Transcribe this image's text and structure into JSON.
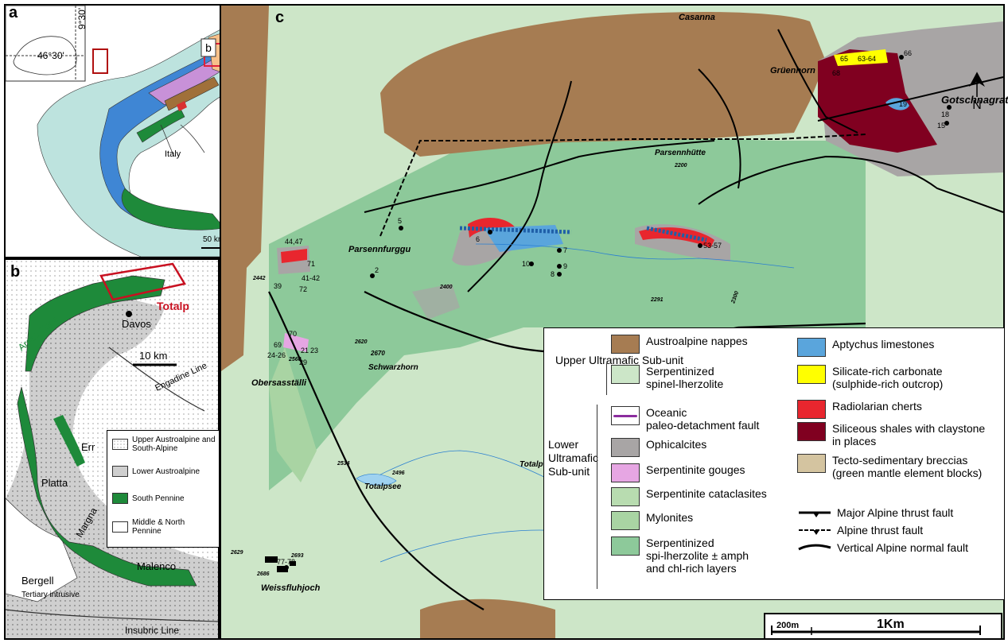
{
  "panels": {
    "a": {
      "label": "a",
      "lat": "46°30'",
      "lon": "9°30'",
      "country": "Italy",
      "scale": "50 km",
      "inset_box": "b"
    },
    "b": {
      "label": "b",
      "place_davos": "Davos",
      "place_totalp": "Totalp",
      "scale": "10 km",
      "lines": [
        "Arosa Zone",
        "Engadine Line",
        "Insubric Line"
      ],
      "names": [
        "Platta",
        "Err",
        "Margna",
        "Malenco",
        "Bergell",
        "Tertiary intrusive"
      ],
      "legend": [
        "Upper Austroalpine and South-Alpine",
        "Lower Austroalpine",
        "South Pennine",
        "Middle & North Pennine"
      ]
    },
    "c": {
      "label": "c"
    }
  },
  "map_c": {
    "places": [
      "Casanna",
      "Grüenhorn",
      "Gotschnagrat",
      "Parsennhütte",
      "Parsennfurggu",
      "Obersasställi",
      "Schwarzhorn",
      "Totalpsee",
      "Totalp",
      "Weissfluhjoch"
    ],
    "elevations": [
      "2200",
      "2400",
      "2291",
      "2300",
      "2442",
      "2620",
      "2670",
      "2534",
      "2496",
      "2629",
      "2686",
      "2693",
      "2560"
    ],
    "samples": [
      "5",
      "6",
      "7",
      "8",
      "9",
      "10",
      "2",
      "44,47",
      "71",
      "39",
      "72",
      "41-42",
      "70",
      "69",
      "23",
      "21",
      "24-26",
      "29",
      "53-57",
      "63-64",
      "65",
      "66",
      "68",
      "18",
      "15",
      "19",
      "77-78"
    ],
    "north": "N"
  },
  "legend": {
    "upper_group": "Upper\nUltramafic\nSub-unit",
    "lower_group": "Lower\nUltramafic\nSub-unit",
    "items": [
      {
        "label": "Austroalpine nappes",
        "color": "#a67c52"
      },
      {
        "label": "Serpentinized\nspinel-lherzolite",
        "color": "#cce6c8"
      },
      {
        "label": "Oceanic\npaleo-detachment fault",
        "color": "#ffffff"
      },
      {
        "label": "Ophicalcites",
        "color": "#a8a5a5"
      },
      {
        "label": "Serpentinite gouges",
        "color": "#e6a6e3"
      },
      {
        "label": "Serpentinite cataclasites",
        "color": "#b8dcb0"
      },
      {
        "label": "Mylonites",
        "color": "#a9d4a3"
      },
      {
        "label": "Serpentinized\nspi-lherzolite ± amph\nand chl-rich layers",
        "color": "#8dc99a"
      },
      {
        "label": "Aptychus limestones",
        "color": "#5aa5dc"
      },
      {
        "label": "Silicate-rich carbonate\n (sulphide-rich outcrop)",
        "color": "#ffff00"
      },
      {
        "label": "Radiolarian cherts",
        "color": "#e8262e"
      },
      {
        "label": "Siliceous shales with claystone\nin places",
        "color": "#800020"
      },
      {
        "label": "Tecto-sedimentary breccias\n(green mantle element blocks)",
        "color": "#d4c4a0"
      }
    ],
    "faults": [
      "Major Alpine thrust fault",
      "Alpine thrust fault",
      "Vertical Alpine normal fault"
    ]
  },
  "scalebar": {
    "small": "200m",
    "big": "1Km"
  }
}
